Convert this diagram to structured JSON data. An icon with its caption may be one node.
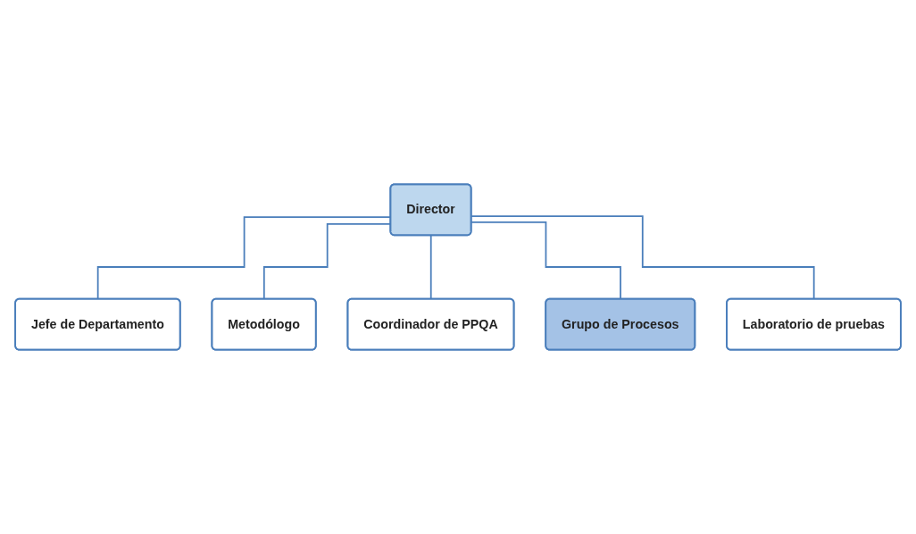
{
  "diagram": {
    "nodes": [
      {
        "text": [
          "Director"
        ]
      },
      {
        "text": [
          "Jefe de Departamento"
        ]
      },
      {
        "text": [
          "Metodólogo"
        ]
      },
      {
        "text": [
          "Coordinador de PPQA"
        ]
      },
      {
        "text": [
          "Grupo de Procesos"
        ]
      },
      {
        "text": [
          "Laboratorio de pruebas"
        ]
      }
    ],
    "edges": [
      {
        "from": 0,
        "to": 1,
        "arrow": "none"
      },
      {
        "from": 0,
        "to": 2,
        "arrow": "none"
      },
      {
        "from": 0,
        "to": 3,
        "arrow": "none"
      },
      {
        "from": 0,
        "to": 4,
        "arrow": "none"
      },
      {
        "from": 0,
        "to": 5,
        "arrow": "none"
      }
    ]
  }
}
